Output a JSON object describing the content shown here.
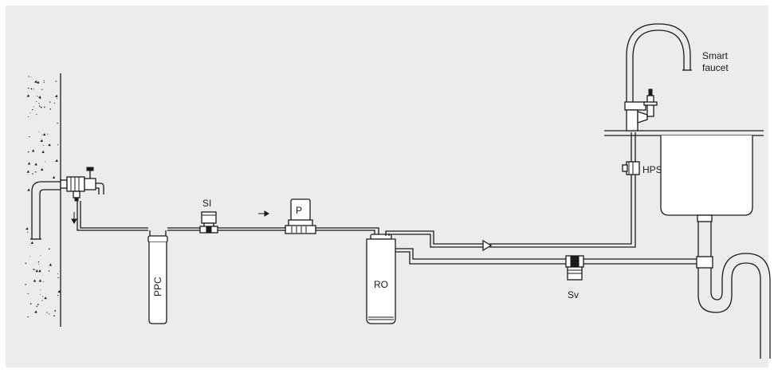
{
  "labels": {
    "smart_faucet_line1": "Smart",
    "smart_faucet_line2": "faucet",
    "hps": "HPS",
    "si": "SI",
    "p": "P",
    "ppc": "PPC",
    "ro": "RO",
    "sv": "Sv"
  },
  "colors": {
    "background": "#ececec",
    "line": "#1a1a1a",
    "fill": "#ffffff"
  }
}
